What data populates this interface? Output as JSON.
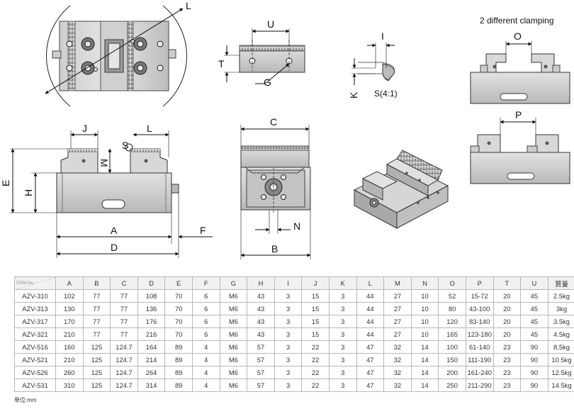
{
  "labels": {
    "clamping_title": "2 different clamping",
    "L": "L",
    "U": "U",
    "T": "T",
    "G": "G",
    "I": "I",
    "K": "K",
    "S_detail": "S(4:1)",
    "O": "O",
    "P": "P",
    "J": "J",
    "S": "S",
    "M": "M",
    "E": "E",
    "H": "H",
    "A": "A",
    "F": "F",
    "D": "D",
    "C": "C",
    "N": "N",
    "B": "B"
  },
  "table": {
    "item_header": "ITEM No.",
    "columns": [
      "A",
      "B",
      "C",
      "D",
      "E",
      "F",
      "G",
      "H",
      "I",
      "J",
      "K",
      "L",
      "M",
      "N",
      "O",
      "P",
      "T",
      "U",
      "質量"
    ],
    "rows": [
      {
        "item": "AZV-310",
        "values": [
          "102",
          "77",
          "77",
          "108",
          "70",
          "6",
          "M6",
          "43",
          "3",
          "15",
          "3",
          "44",
          "27",
          "10",
          "52",
          "15-72",
          "20",
          "45",
          "2.5kg"
        ]
      },
      {
        "item": "AZV-313",
        "values": [
          "130",
          "77",
          "77",
          "136",
          "70",
          "6",
          "M6",
          "43",
          "3",
          "15",
          "3",
          "44",
          "27",
          "10",
          "80",
          "43-100",
          "20",
          "45",
          "3kg"
        ]
      },
      {
        "item": "AZV-317",
        "values": [
          "170",
          "77",
          "77",
          "176",
          "70",
          "6",
          "M6",
          "43",
          "3",
          "15",
          "3",
          "44",
          "27",
          "10",
          "120",
          "83-140",
          "20",
          "45",
          "3.5kg"
        ]
      },
      {
        "item": "AZV-321",
        "values": [
          "210",
          "77",
          "77",
          "216",
          "70",
          "6",
          "M6",
          "43",
          "3",
          "15",
          "3",
          "44",
          "27",
          "10",
          "165",
          "123-180",
          "20",
          "45",
          "4.5kg"
        ]
      },
      {
        "item": "AZV-516",
        "values": [
          "160",
          "125",
          "124.7",
          "164",
          "89",
          "4",
          "M6",
          "57",
          "3",
          "22",
          "3",
          "47",
          "32",
          "14",
          "100",
          "61-140",
          "23",
          "90",
          "8,5kg"
        ]
      },
      {
        "item": "AZV-521",
        "values": [
          "210",
          "125",
          "124.7",
          "214",
          "89",
          "4",
          "M6",
          "57",
          "3",
          "22",
          "3",
          "47",
          "32",
          "14",
          "150",
          "111-190",
          "23",
          "90",
          "10.5kg"
        ]
      },
      {
        "item": "AZV-526",
        "values": [
          "260",
          "125",
          "124.7",
          "264",
          "89",
          "4",
          "M6",
          "57",
          "3",
          "22",
          "3",
          "47",
          "32",
          "14",
          "200",
          "161-240",
          "23",
          "90",
          "12.5kg"
        ]
      },
      {
        "item": "AZV-531",
        "values": [
          "310",
          "125",
          "124.7",
          "314",
          "89",
          "4",
          "M6",
          "57",
          "3",
          "22",
          "3",
          "47",
          "32",
          "14",
          "250",
          "211-290",
          "23",
          "90",
          "14.5kg"
        ]
      }
    ]
  },
  "unit_note": "単位:mm"
}
